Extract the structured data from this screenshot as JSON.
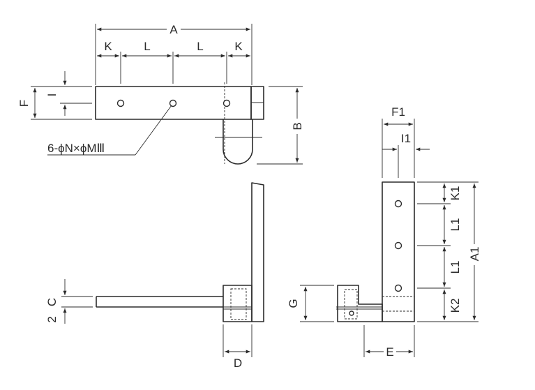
{
  "labels": {
    "A": "A",
    "K": "K",
    "L": "L",
    "F": "F",
    "I": "I",
    "B": "B",
    "hole_spec": "6-ϕN×ϕMⅢ",
    "F1": "F1",
    "I1": "I1",
    "K1": "K1",
    "L1": "L1",
    "A1": "A1",
    "K2": "K2",
    "G": "G",
    "E": "E",
    "C": "C",
    "two": "2",
    "D": "D"
  },
  "colors": {
    "line": "#2b2b2b",
    "background": "#ffffff"
  }
}
